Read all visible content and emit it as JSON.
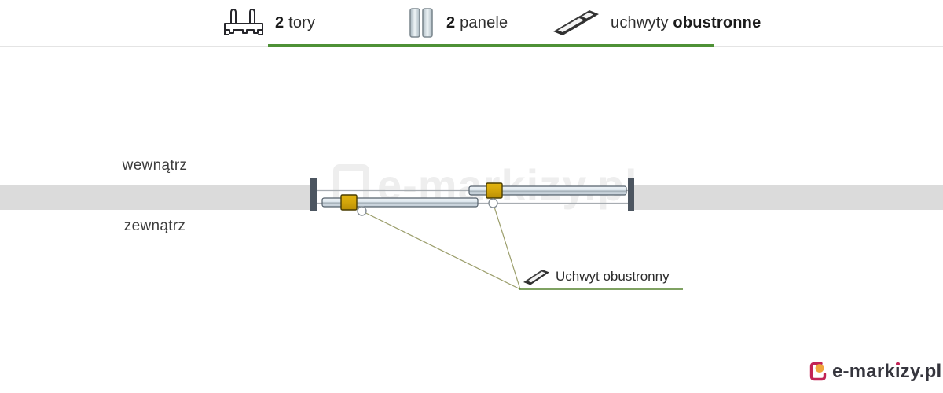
{
  "header": {
    "items": [
      {
        "name": "tracks",
        "count": "2",
        "label": "tory"
      },
      {
        "name": "panels",
        "count": "2",
        "label": "panele"
      },
      {
        "name": "handles",
        "prefix": "uchwyty",
        "label": "obustronne"
      }
    ],
    "underline_color": "#4e9136"
  },
  "diagram": {
    "inside_label": "wewnątrz",
    "outside_label": "zewnątrz",
    "watermark": "e-markizy.pl",
    "callout": {
      "label": "Uchwyt obustronny"
    },
    "colors": {
      "wall": "#dbdbdb",
      "post": "#4c5560",
      "track_line": "#a8adb2",
      "panel_border": "#54606b",
      "panel_fill": "#dde6ee",
      "handle_fill": "#d3a50a",
      "handle_border": "#4a3d00",
      "callout_line": "#9b9e6b",
      "callout_underline": "#55842e"
    }
  },
  "footer": {
    "logo_text": "e-markizy.pl",
    "logo_parts": {
      "prefix": "e-mark",
      "i": "ı",
      "suffix": "zy.pl"
    },
    "accent_color": "#c22455",
    "dot_color": "#f0a63c"
  }
}
